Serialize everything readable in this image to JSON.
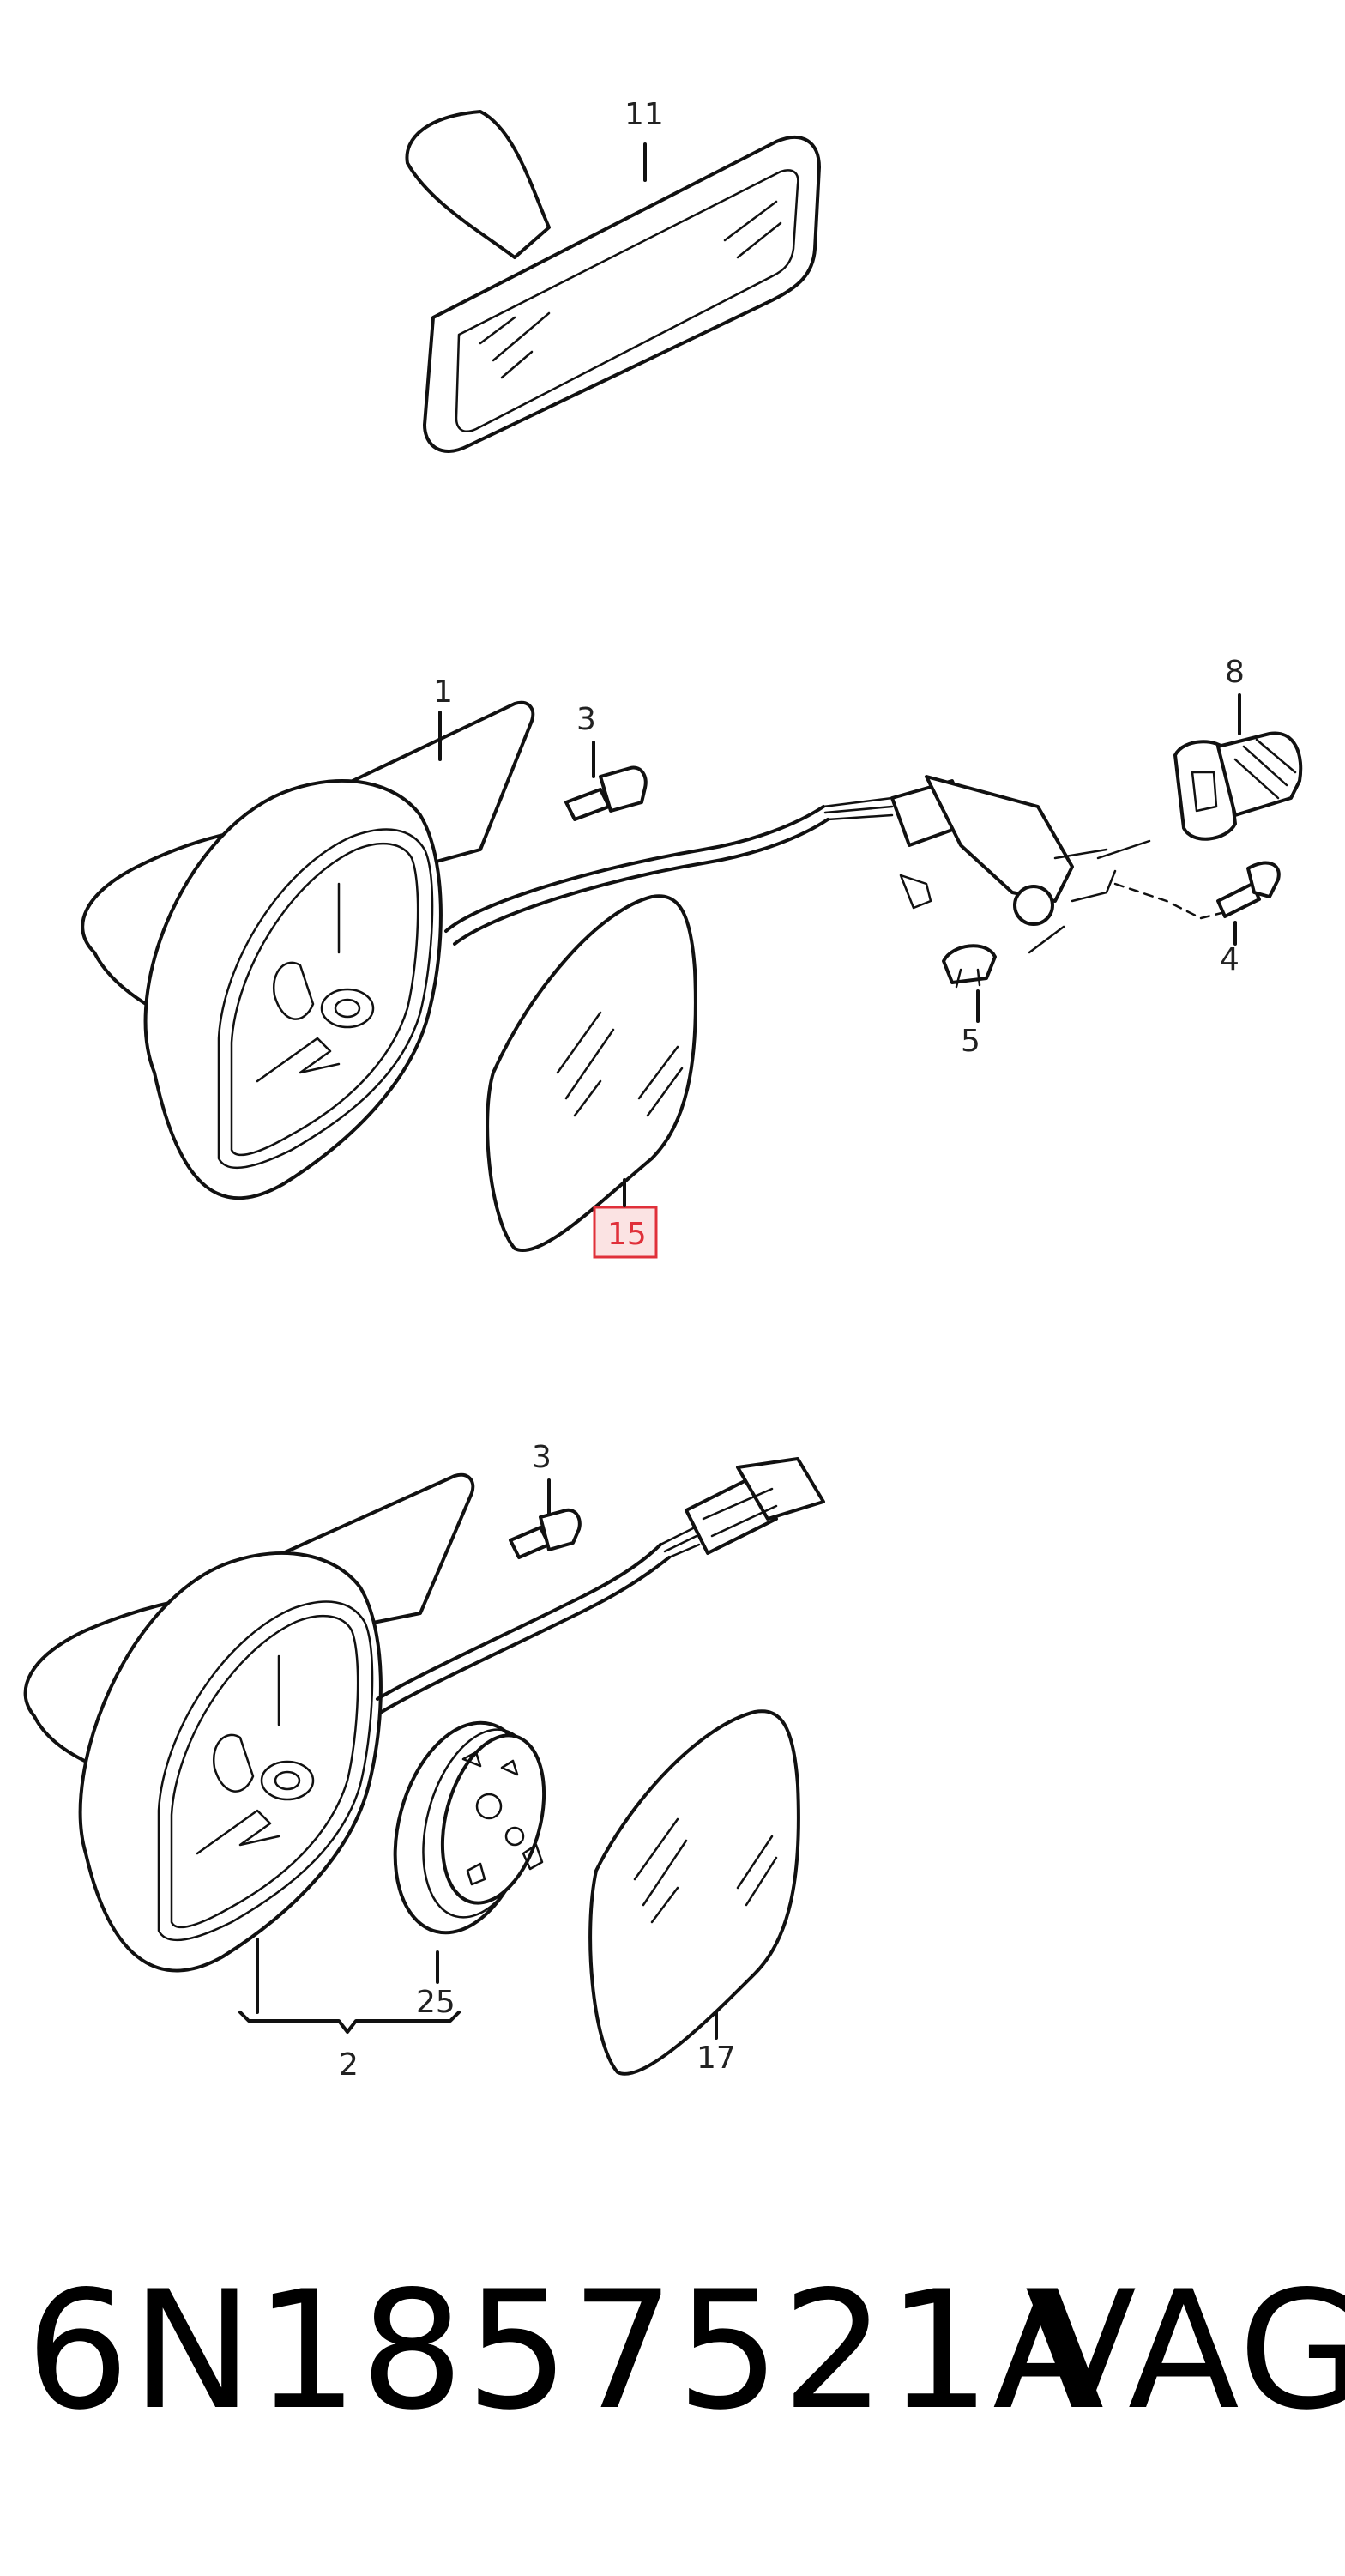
{
  "callouts": {
    "c11": "11",
    "c1": "1",
    "c3a": "3",
    "c8": "8",
    "c4": "4",
    "c5": "5",
    "c15": "15",
    "c3b": "3",
    "c25": "25",
    "c2": "2",
    "c17": "17"
  },
  "highlight_color": "#e0303a",
  "footer": {
    "part_number": "6N1857521A",
    "brand": "VAG"
  }
}
